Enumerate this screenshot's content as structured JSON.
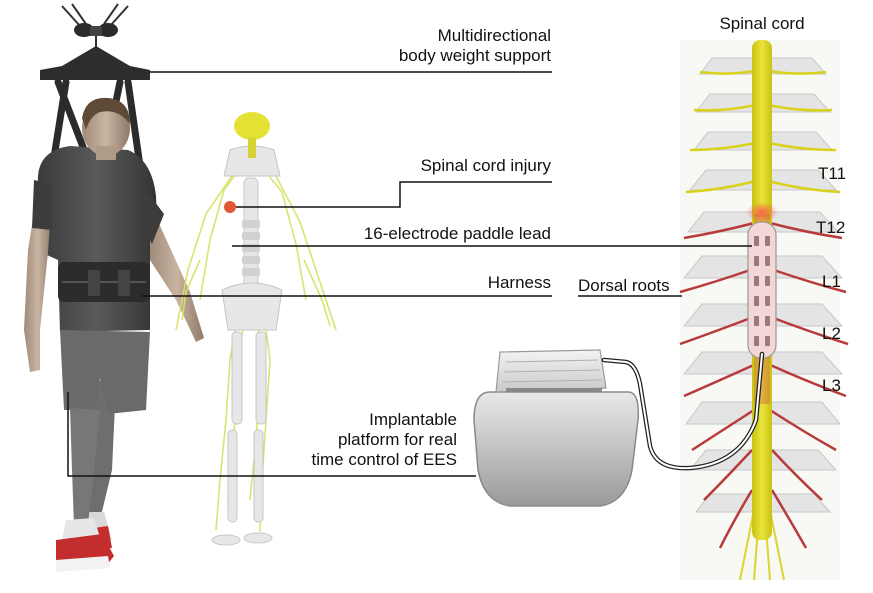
{
  "labels": {
    "body_weight_support": [
      "Multidirectional",
      "body weight support"
    ],
    "spinal_cord_injury": "Spinal cord injury",
    "paddle_lead": "16-electrode paddle lead",
    "harness": "Harness",
    "dorsal_roots": "Dorsal roots",
    "implantable_platform": [
      "Implantable",
      "platform for real",
      "time control of EES"
    ],
    "spinal_cord": "Spinal cord",
    "vertebrae": [
      "T11",
      "T12",
      "L1",
      "L2",
      "L3"
    ]
  },
  "colors": {
    "spinal_cord": "#d8d21a",
    "nerves": "#b83a3a",
    "nervous_system": "#d9e26a",
    "injury": "#e0502a",
    "bone": "#e4e4e4",
    "device": "#b9b9b9",
    "leader_line": "#111111"
  }
}
